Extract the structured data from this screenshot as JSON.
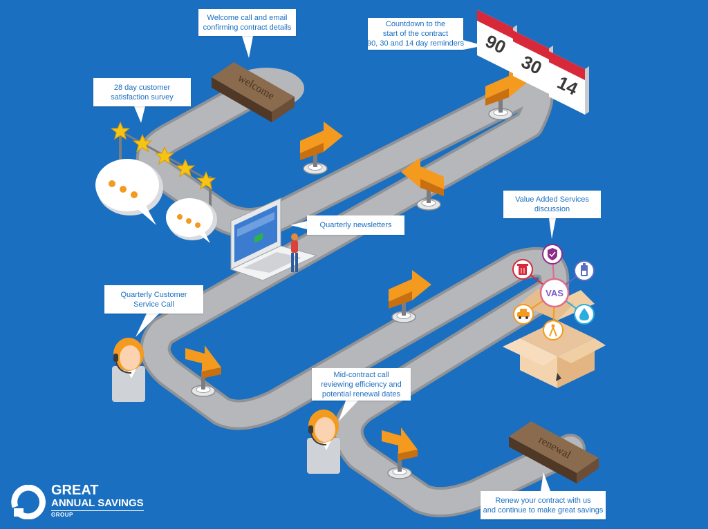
{
  "callouts": {
    "welcome": [
      "Welcome call and email",
      "confirming contract details"
    ],
    "countdown": [
      "Countdown to the",
      "start of the contract",
      "90, 30 and 14 day reminders"
    ],
    "survey": [
      "28 day customer",
      "satisfaction survey"
    ],
    "newsletters": [
      "Quarterly newsletters"
    ],
    "vas": [
      "Value Added Services",
      "discussion"
    ],
    "service_call": [
      "Quarterly Customer",
      "Service Call"
    ],
    "mid_contract": [
      "Mid-contract call",
      "reviewing efficiency and",
      "potential renewal dates"
    ],
    "renew": [
      "Renew your contract with us",
      "and continue to make great savings"
    ]
  },
  "signs": {
    "welcome": "welcome",
    "renewal": "renewal"
  },
  "calendar": [
    "90",
    "30",
    "14"
  ],
  "vas_hub": "VAS",
  "vas_icons": [
    "shield-icon",
    "battery-icon",
    "water-drop-icon",
    "antenna-icon",
    "car-icon",
    "bin-icon"
  ],
  "logo": {
    "line1": "GREAT",
    "line2": "ANNUAL SAVINGS",
    "line3": "GROUP"
  },
  "colors": {
    "background": "#1a6fc0",
    "road": "#b5b7ba",
    "arrow": "#f39a1f",
    "star": "#f7c414",
    "calendar_red": "#d8293a",
    "callout_text": "#1a6fc0"
  }
}
